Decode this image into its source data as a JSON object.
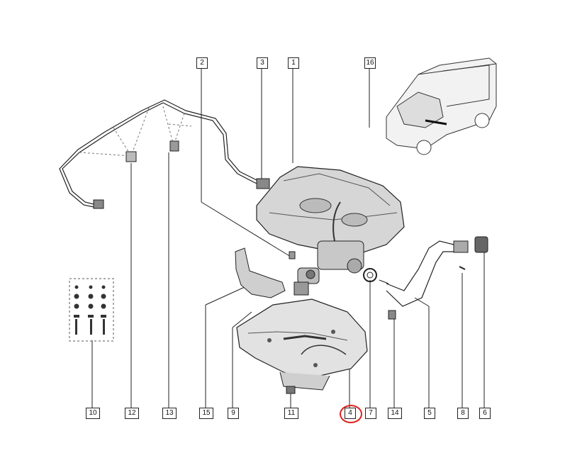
{
  "diagram": {
    "callouts": [
      {
        "id": "c2",
        "label": "2"
      },
      {
        "id": "c3",
        "label": "3"
      },
      {
        "id": "c1",
        "label": "1"
      },
      {
        "id": "c16",
        "label": "16"
      },
      {
        "id": "c10",
        "label": "10"
      },
      {
        "id": "c12",
        "label": "12"
      },
      {
        "id": "c13",
        "label": "13"
      },
      {
        "id": "c15",
        "label": "15"
      },
      {
        "id": "c9",
        "label": "9"
      },
      {
        "id": "c11",
        "label": "11"
      },
      {
        "id": "c4",
        "label": "4"
      },
      {
        "id": "c7",
        "label": "7"
      },
      {
        "id": "c14",
        "label": "14"
      },
      {
        "id": "c5",
        "label": "5"
      },
      {
        "id": "c8",
        "label": "8"
      },
      {
        "id": "c6",
        "label": "6"
      }
    ],
    "highlighted_callout": "4",
    "highlight_color": "#e0201c",
    "line_color": "#222222"
  }
}
